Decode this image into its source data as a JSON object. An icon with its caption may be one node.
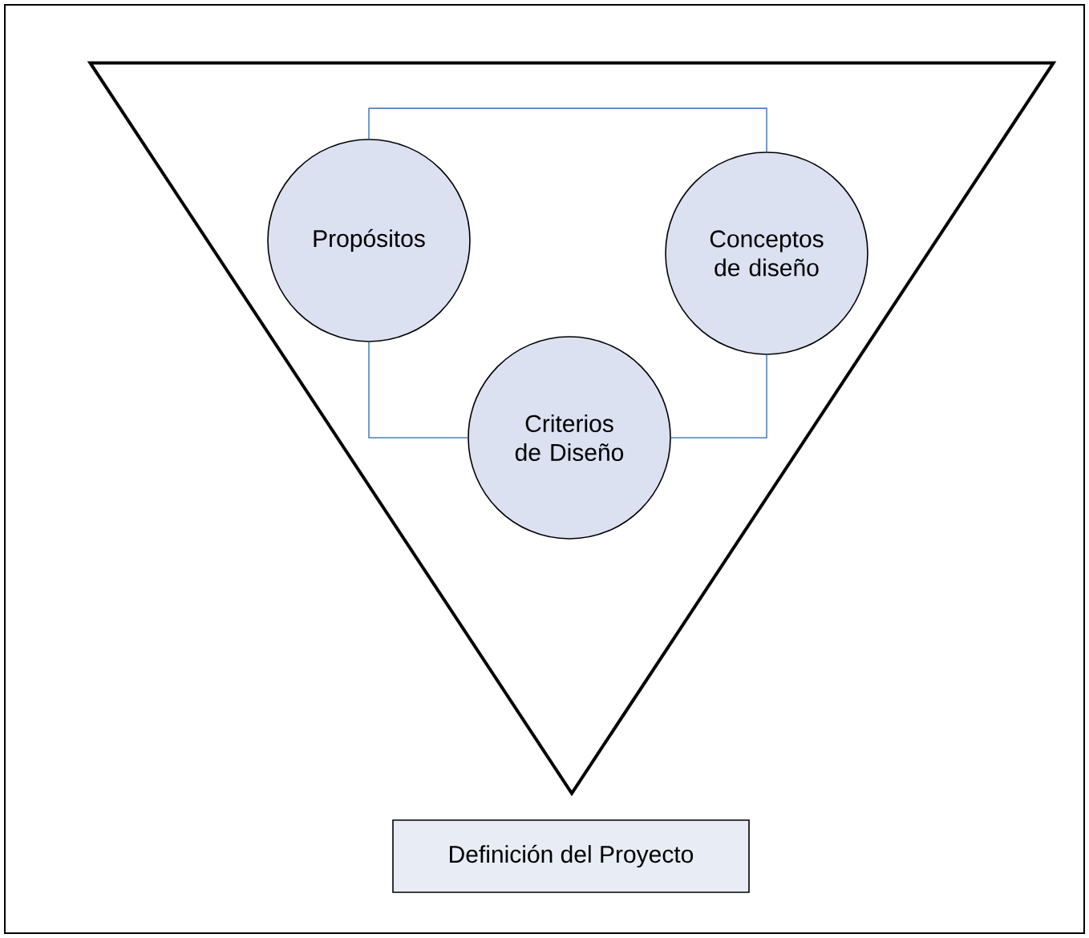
{
  "diagram": {
    "nodes": [
      {
        "text": [],
        "shape": "triangle"
      },
      {
        "text": [
          "Propósitos"
        ],
        "in": 0
      },
      {
        "text": [
          "Conceptos de diseño"
        ],
        "in": 0
      },
      {
        "text": [
          "Criterios de Diseño"
        ],
        "in": 0
      },
      {
        "text": [
          "Definición del Proyecto"
        ]
      }
    ],
    "edges": [
      {
        "from": 1,
        "to": 2,
        "arrow": "none"
      },
      {
        "from": 1,
        "to": 3,
        "arrow": "none"
      },
      {
        "from": 3,
        "to": 2,
        "arrow": "none"
      }
    ]
  }
}
